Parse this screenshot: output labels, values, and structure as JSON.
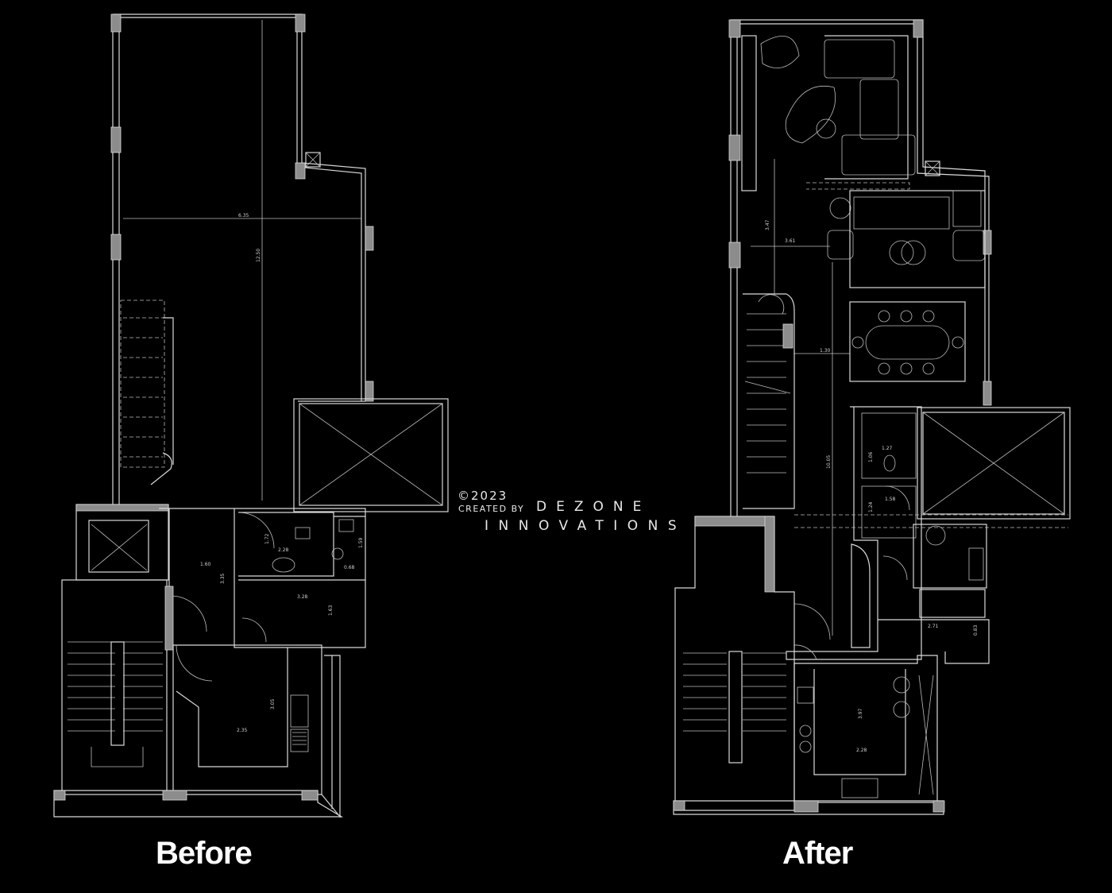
{
  "captions": {
    "before": "Before",
    "after": "After"
  },
  "watermark": {
    "year": "©2023",
    "created_by": "CREATED BY",
    "company": "DEZONE",
    "division": "INNOVATIONS"
  },
  "dimensions_before": {
    "width_main": "6.35",
    "length_main": "12.50",
    "hall_1": "1.60",
    "hall_2": "3.35",
    "bath_w": "2.28",
    "bath_h": "1.72",
    "wc_h": "1.59",
    "wc_w": "0.68",
    "corridor_w": "3.28",
    "corridor_h": "1.63",
    "kitchen_w": "2.35",
    "kitchen_h": "3.05"
  },
  "dimensions_after": {
    "living_1": "3.47",
    "living_2": "3.61",
    "dining": "1.30",
    "length": "10.05",
    "bath1_w": "1.27",
    "bath1_h": "1.06",
    "bath2_w": "1.58",
    "bath2_h": "1.24",
    "service_w": "2.71",
    "service_h": "0.83",
    "kitchen_h": "3.97",
    "kitchen_w": "2.28"
  },
  "colors": {
    "background": "#000000",
    "lines": "#d9d9d9",
    "walls": "#8c8c8c"
  }
}
